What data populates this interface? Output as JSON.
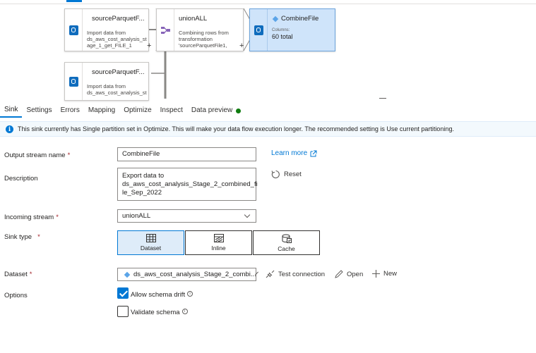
{
  "canvas": {
    "nodes": {
      "source1": {
        "title": "sourceParquetF...",
        "desc": [
          "Import data from",
          "ds_aws_cost_analysis_st",
          "age_1_get_FILE_1"
        ]
      },
      "union": {
        "title": "unionALL",
        "desc": [
          "Combining rows from",
          "transformation",
          "'sourceParquetFile1,"
        ]
      },
      "sink": {
        "title": "CombineFile",
        "columns_label": "Columns:",
        "columns_value": "60 total"
      },
      "source2": {
        "title": "sourceParquetF...",
        "desc": [
          "Import data from",
          "ds_aws_cost_analysis_st"
        ]
      }
    },
    "plus": "+"
  },
  "tabs": [
    {
      "label": "Sink",
      "active": true
    },
    {
      "label": "Settings"
    },
    {
      "label": "Errors"
    },
    {
      "label": "Mapping"
    },
    {
      "label": "Optimize"
    },
    {
      "label": "Inspect"
    },
    {
      "label": "Data preview",
      "status_color": "#107c10"
    }
  ],
  "info": {
    "message": "This sink currently has Single partition set in Optimize. This will make your data flow execution longer. The recommended setting is Use current partitioning."
  },
  "form": {
    "output_stream": {
      "label": "Output stream name",
      "required": "*",
      "value": "CombineFile"
    },
    "learn_more": "Learn more",
    "description": {
      "label": "Description",
      "lines": [
        "Export data to",
        "ds_aws_cost_analysis_Stage_2_combined_fi",
        "le_Sep_2022"
      ]
    },
    "reset": "Reset",
    "incoming_stream": {
      "label": "Incoming stream",
      "required": "*",
      "value": "unionALL"
    },
    "sink_type": {
      "label": "Sink type",
      "required": "*",
      "options": [
        "Dataset",
        "Inline",
        "Cache"
      ],
      "selected": "Dataset"
    },
    "dataset": {
      "label": "Dataset",
      "required": "*",
      "value": "ds_aws_cost_analysis_Stage_2_combi..."
    },
    "test_connection": "Test connection",
    "open": "Open",
    "new": "New",
    "options": {
      "label": "Options",
      "allow_schema_drift": {
        "label": "Allow schema drift",
        "checked": true
      },
      "validate_schema": {
        "label": "Validate schema",
        "checked": false
      },
      "help_glyph": "i"
    }
  },
  "colors": {
    "accent": "#0078d4",
    "selected_node": "#cfe4fa",
    "status_ok": "#107c10",
    "required": "#a4262c"
  }
}
